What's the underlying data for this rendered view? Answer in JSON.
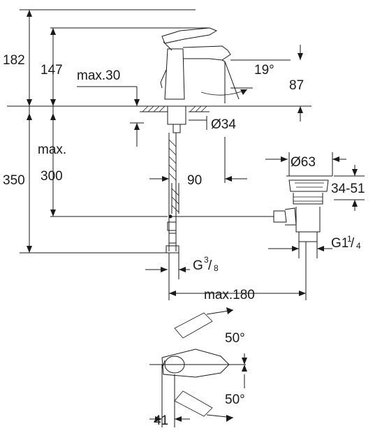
{
  "dimensions": {
    "total_height": "182",
    "spout_height": "147",
    "max_label": "max.30",
    "spout_angle": "19°",
    "spout_reach": "87",
    "hole_diameter": "Ø34",
    "max_word": "max.",
    "installation_height": "350",
    "hose_length": "300",
    "hose_offset": "90",
    "waste_diameter": "Ø63",
    "waste_adjust": "34-51",
    "waste_thread_main": "G1",
    "waste_thread_num": "1",
    "waste_thread_den": "4",
    "connection_thread_main": "G",
    "connection_thread_num": "3",
    "connection_thread_den": "8",
    "max_reach": "max.180",
    "handle_angle_top": "50°",
    "handle_angle_bottom": "50°",
    "handle_offset": "41"
  }
}
